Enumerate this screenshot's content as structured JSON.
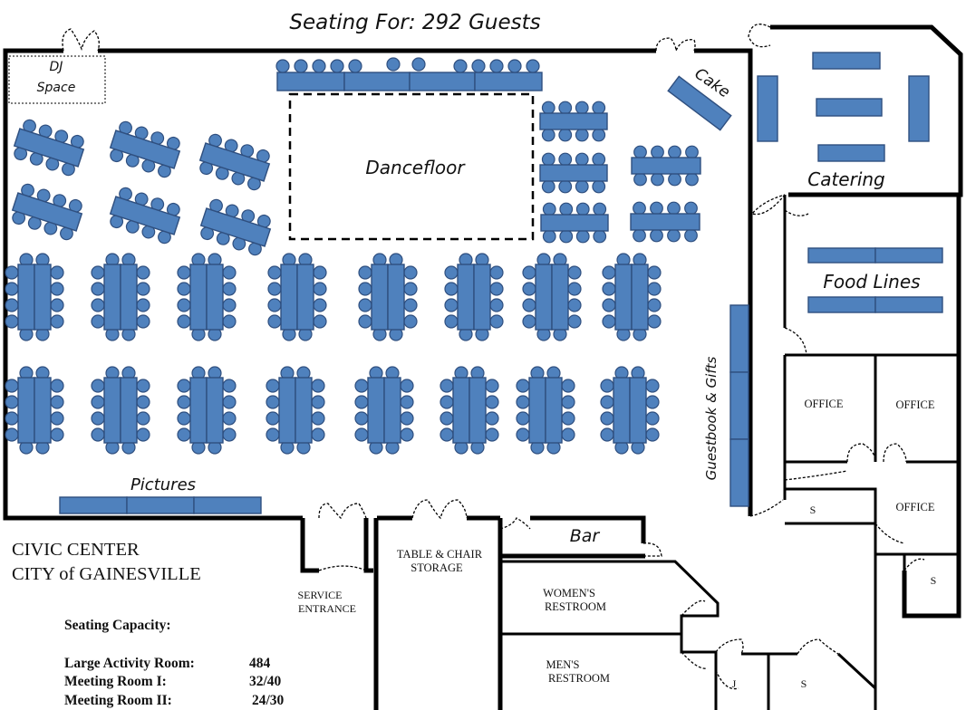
{
  "title": "Seating For: 292 Guests",
  "areas": {
    "dj": [
      "DJ",
      "Space"
    ],
    "cake": "Cake",
    "dancefloor": "Dancefloor",
    "catering": "Catering",
    "food_lines": "Food Lines",
    "guestbook": "Guestbook & Gifts",
    "pictures": "Pictures",
    "bar": "Bar"
  },
  "rooms": {
    "office_1": "OFFICE",
    "office_2": "OFFICE",
    "office_3": "OFFICE",
    "s_1": "S",
    "s_2": "S",
    "s_3": "S",
    "j": "J",
    "storage": [
      "TABLE & CHAIR",
      "STORAGE"
    ],
    "service": [
      "SERVICE",
      "ENTRANCE"
    ],
    "womens": [
      "WOMEN'S",
      "RESTROOM"
    ],
    "mens": [
      "MEN'S",
      "RESTROOM"
    ]
  },
  "venue": {
    "line1": "CIVIC CENTER",
    "line2": "CITY of GAINESVILLE"
  },
  "capacity": {
    "heading": "Seating Capacity:",
    "rows": [
      {
        "label": "Large Activity Room:",
        "value": "484"
      },
      {
        "label": "Meeting Room I:",
        "value": "32/40"
      },
      {
        "label": "Meeting Room II:",
        "value": "24/30"
      }
    ]
  },
  "colors": {
    "table": "#4f81bd",
    "table_outline": "#2f4f7f",
    "walls": "#000000"
  }
}
